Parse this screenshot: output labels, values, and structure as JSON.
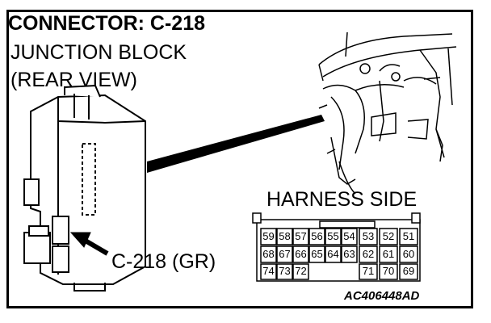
{
  "title": "CONNECTOR: C-218",
  "subtitle_line1": "JUNCTION BLOCK",
  "subtitle_line2": "(REAR VIEW)",
  "harness_label": "HARNESS SIDE",
  "connector_callout": "C-218 (GR)",
  "figure_id": "AC406448AD",
  "pins": {
    "row1": [
      "59",
      "58",
      "57",
      "56",
      "55",
      "54",
      "53",
      "52",
      "51"
    ],
    "row2": [
      "68",
      "67",
      "66",
      "65",
      "64",
      "63",
      "62",
      "61",
      "60"
    ],
    "row3_left": [
      "74",
      "73",
      "72"
    ],
    "row3_right": [
      "71",
      "70",
      "69"
    ]
  }
}
